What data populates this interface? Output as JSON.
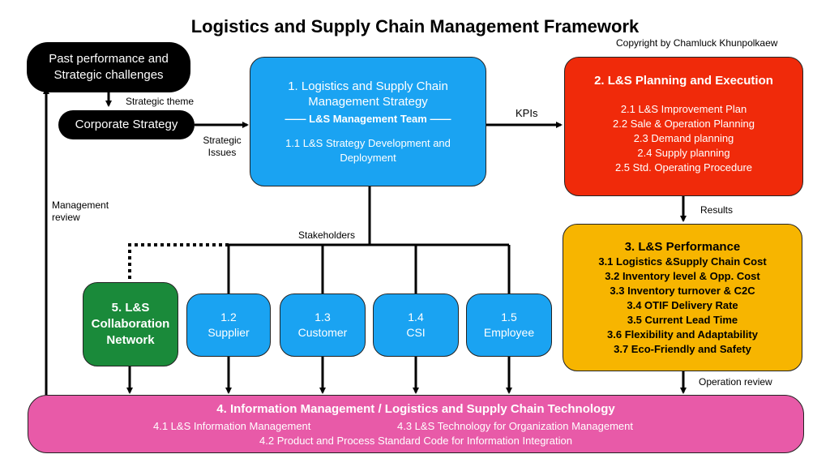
{
  "title": "Logistics and Supply Chain Management Framework",
  "copyright": "Copyright by Chamluck Khunpolkaew",
  "past_performance": [
    "Past performance and",
    "Strategic challenges"
  ],
  "corporate_strategy": "Corporate Strategy",
  "strategy_box": {
    "title": [
      "1. Logistics and Supply Chain",
      "Management Strategy"
    ],
    "team": "—— L&S Management Team ——",
    "sub": [
      "1.1 L&S Strategy Development and",
      "Deployment"
    ]
  },
  "planning_box": {
    "title": "2. L&S Planning and Execution",
    "items": [
      "2.1 L&S Improvement Plan",
      "2.2 Sale & Operation Planning",
      "2.3 Demand planning",
      "2.4 Supply planning",
      "2.5 Std. Operating Procedure"
    ]
  },
  "performance_box": {
    "title": "3. L&S Performance",
    "items": [
      "3.1 Logistics &Supply Chain Cost",
      "3.2 Inventory level & Opp. Cost",
      "3.3 Inventory turnover & C2C",
      "3.4 OTIF Delivery Rate",
      "3.5 Current Lead Time",
      "3.6 Flexibility and Adaptability",
      "3.7 Eco-Friendly and Safety"
    ]
  },
  "stakeholders": [
    {
      "num": "1.2",
      "name": "Supplier"
    },
    {
      "num": "1.3",
      "name": "Customer"
    },
    {
      "num": "1.4",
      "name": "CSI"
    },
    {
      "num": "1.5",
      "name": "Employee"
    }
  ],
  "collaboration": [
    "5. L&S",
    "Collaboration",
    "Network"
  ],
  "info_box": {
    "title": "4. Information Management / Logistics and Supply Chain Technology",
    "item_41": "4.1 L&S Information Management",
    "item_43": "4.3 L&S Technology for Organization Management",
    "item_42": "4.2 Product and Process Standard Code for Information Integration"
  },
  "labels": {
    "strategic_theme": "Strategic theme",
    "strategic_issues": [
      "Strategic",
      "Issues"
    ],
    "kpis": "KPIs",
    "results": "Results",
    "stakeholders": "Stakeholders",
    "management_review": [
      "Management",
      "review"
    ],
    "operation_review": "Operation review"
  }
}
